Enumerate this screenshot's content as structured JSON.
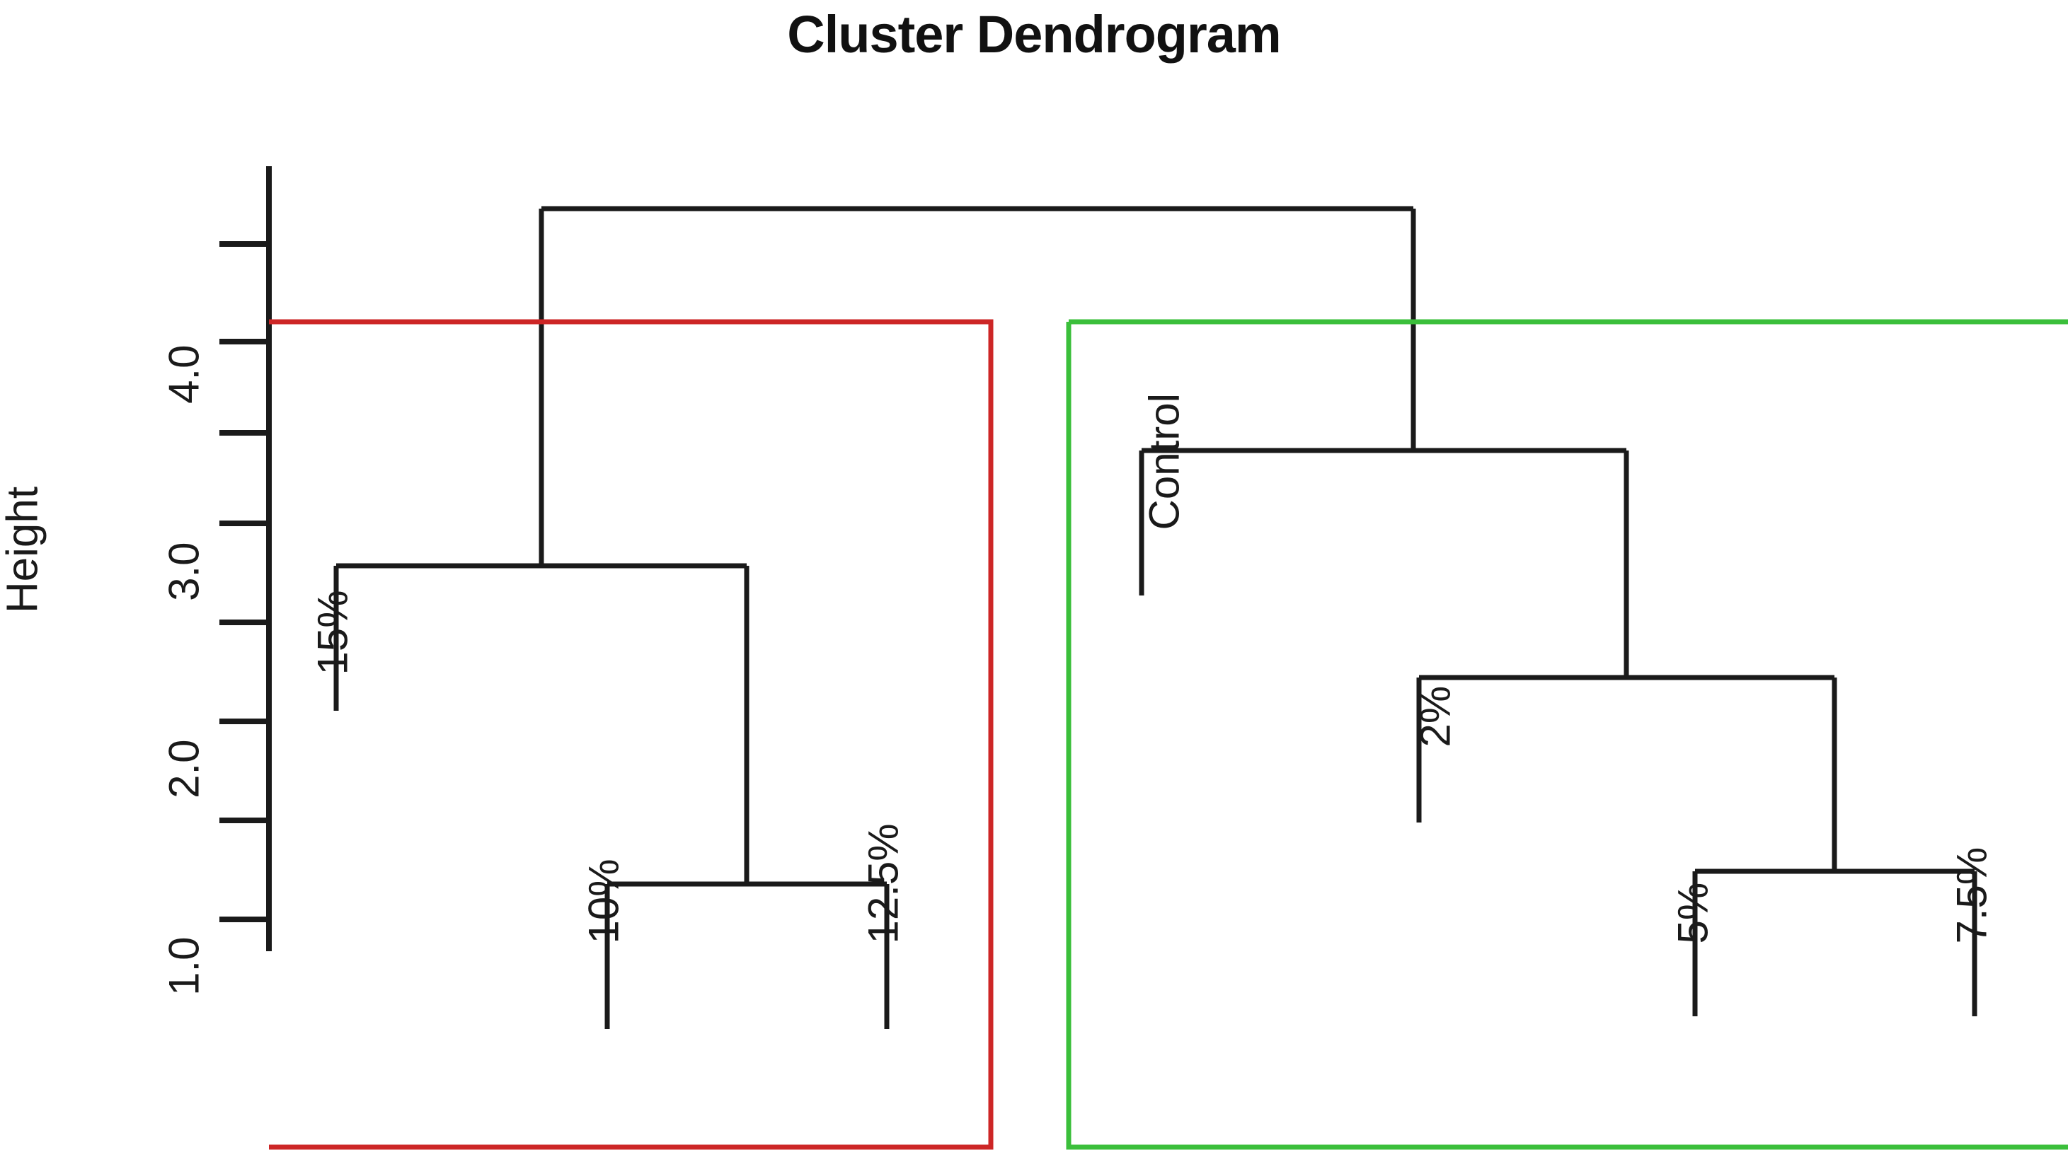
{
  "chart_data": {
    "type": "dendrogram",
    "title": "Cluster Dendrogram",
    "xlabel": "",
    "ylabel": "Height",
    "ylim": [
      0.6,
      4.75
    ],
    "grid": false,
    "legend": "none",
    "axis_ticks": [
      {
        "label": "1.0",
        "value": 1.0
      },
      {
        "label": "2.0",
        "value": 2.0
      },
      {
        "label": "3.0",
        "value": 3.0
      },
      {
        "label": "4.0",
        "value": 4.0
      }
    ],
    "minor_ticks": [
      1.5,
      2.5,
      3.5,
      4.5
    ],
    "leaves": [
      "15%",
      "10%",
      "12.5%",
      "Control",
      "2%",
      "5%",
      "7.5%"
    ],
    "merges": [
      {
        "id": "m1",
        "left": "10%",
        "right": "12.5%",
        "height": 1.27
      },
      {
        "id": "m2",
        "left": "15%",
        "right": "m1",
        "height": 2.87
      },
      {
        "id": "m3",
        "left": "5%",
        "right": "7.5%",
        "height": 1.34
      },
      {
        "id": "m4",
        "left": "2%",
        "right": "m3",
        "height": 2.32
      },
      {
        "id": "m5",
        "left": "Control",
        "right": "m4",
        "height": 3.45
      },
      {
        "id": "m6",
        "left": "m2",
        "right": "m5",
        "height": 4.55
      }
    ],
    "cut_height": 4.1,
    "clusters": [
      {
        "name": "cluster-1",
        "color": "#CD2626",
        "members": [
          "15%",
          "10%",
          "12.5%"
        ]
      },
      {
        "name": "cluster-2",
        "color": "#3BBF3B",
        "members": [
          "Control",
          "2%",
          "5%",
          "7.5%"
        ]
      }
    ],
    "line_color": "#1a1a1a",
    "background": "#ffffff"
  },
  "title": "Cluster Dendrogram",
  "axis": {
    "y_label": "Height",
    "ticks": [
      "1.0",
      "2.0",
      "3.0",
      "4.0"
    ]
  },
  "leaf_labels": [
    "15%",
    "10%",
    "12.5%",
    "Control",
    "2%",
    "5%",
    "7.5%"
  ],
  "colors": {
    "cluster_1_box": "#CD2626",
    "cluster_2_box": "#3BBF3B",
    "tree_line": "#1a1a1a"
  }
}
